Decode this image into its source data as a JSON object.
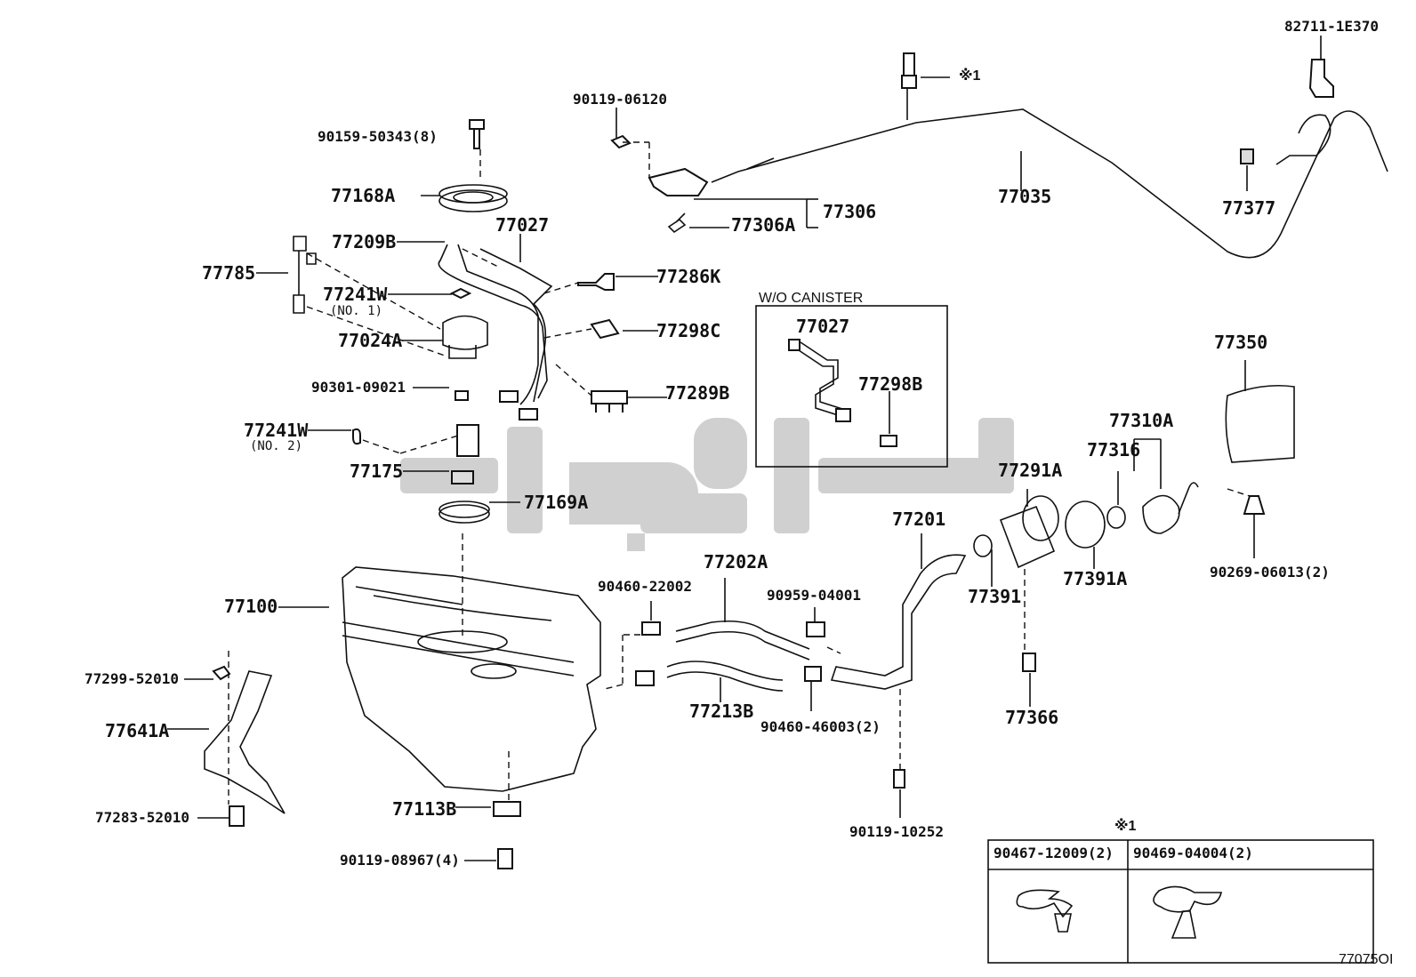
{
  "title_code": "77075OI",
  "watermark": {
    "color": "#c8c8c8"
  },
  "colors": {
    "line": "#111111",
    "background": "#ffffff"
  },
  "labels": {
    "p82711": "82711-1E370",
    "note1_top": "※1",
    "p90119_06120": "90119-06120",
    "p90159": "90159-50343(8)",
    "p77168A": "77168A",
    "p77209B": "77209B",
    "p77027a": "77027",
    "p77785": "77785",
    "p77241W1": "77241W",
    "p77241W1_sub": "(NO. 1)",
    "p77024A": "77024A",
    "p90301": "90301-09021",
    "p77241W2": "77241W",
    "p77241W2_sub": "(NO. 2)",
    "p77175": "77175",
    "p77169A": "77169A",
    "p77306": "77306",
    "p77306A": "77306A",
    "p77035": "77035",
    "p77377": "77377",
    "p77286K": "77286K",
    "p77298C": "77298C",
    "p77289B": "77289B",
    "wo_canister": "W/O CANISTER",
    "p77027b": "77027",
    "p77298B": "77298B",
    "p77350": "77350",
    "p77310A": "77310A",
    "p77316": "77316",
    "p77291A": "77291A",
    "p77201": "77201",
    "p77202A": "77202A",
    "p90460_22002": "90460-22002",
    "p90959": "90959-04001",
    "p77391": "77391",
    "p77391A": "77391A",
    "p90269": "90269-06013(2)",
    "p77100": "77100",
    "p77299": "77299-52010",
    "p77641A": "77641A",
    "p77213B": "77213B",
    "p90460_46003": "90460-46003(2)",
    "p77366": "77366",
    "p77283": "77283-52010",
    "p77113B": "77113B",
    "p90119_08967": "90119-08967(4)",
    "p90119_10252": "90119-10252",
    "note1_box": "※1",
    "box_left": "90467-12009(2)",
    "box_right": "90469-04004(2)"
  }
}
